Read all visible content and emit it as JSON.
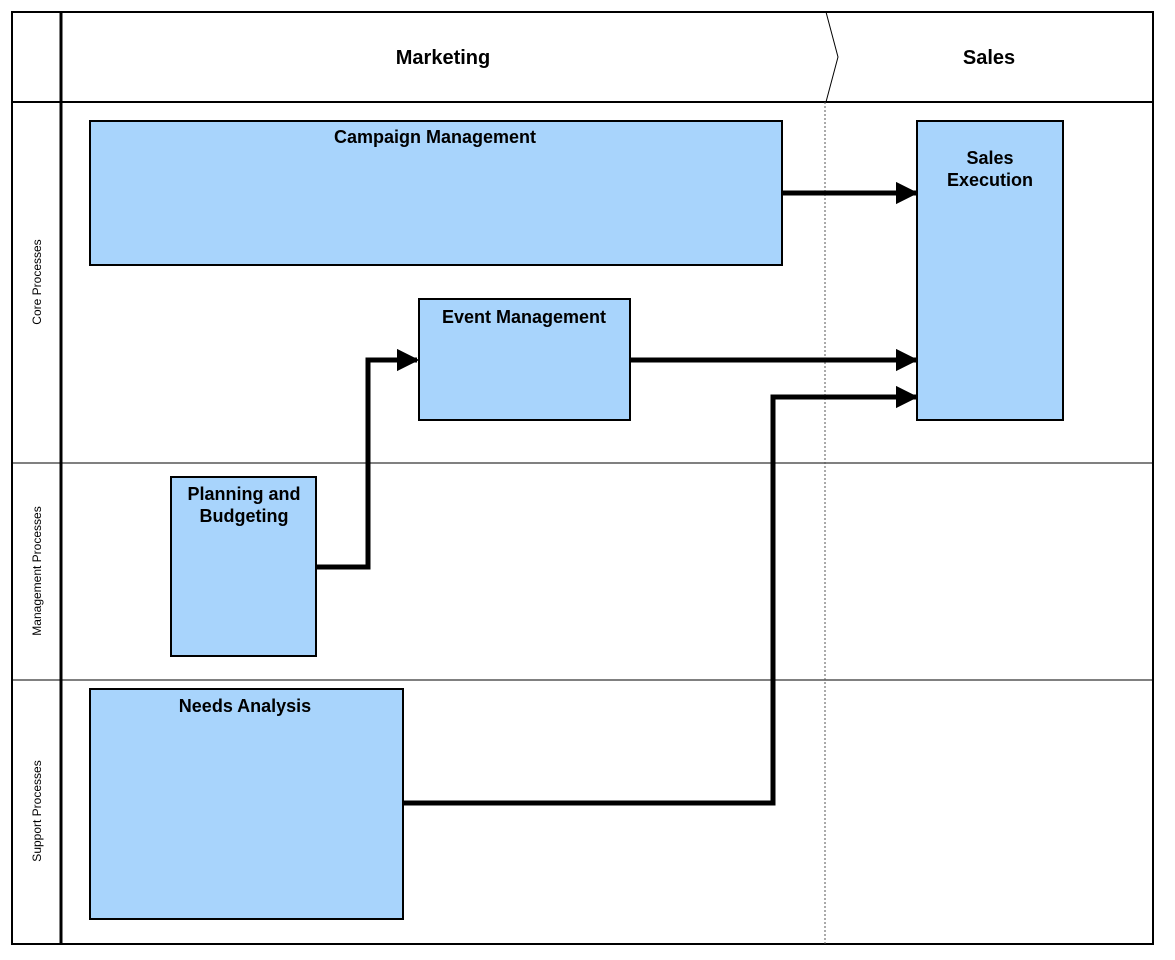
{
  "columns": {
    "marketing": "Marketing",
    "sales": "Sales"
  },
  "lanes": {
    "core": "Core Processes",
    "management": "Management Processes",
    "support": "Support Processes"
  },
  "boxes": {
    "campaign": "Campaign Management",
    "event": "Event Management",
    "planning_line1": "Planning and",
    "planning_line2": "Budgeting",
    "needs": "Needs Analysis",
    "sales_line1": "Sales",
    "sales_line2": "Execution"
  },
  "colors": {
    "box_fill": "#a8d4fc",
    "line": "#000000",
    "background": "#ffffff"
  }
}
